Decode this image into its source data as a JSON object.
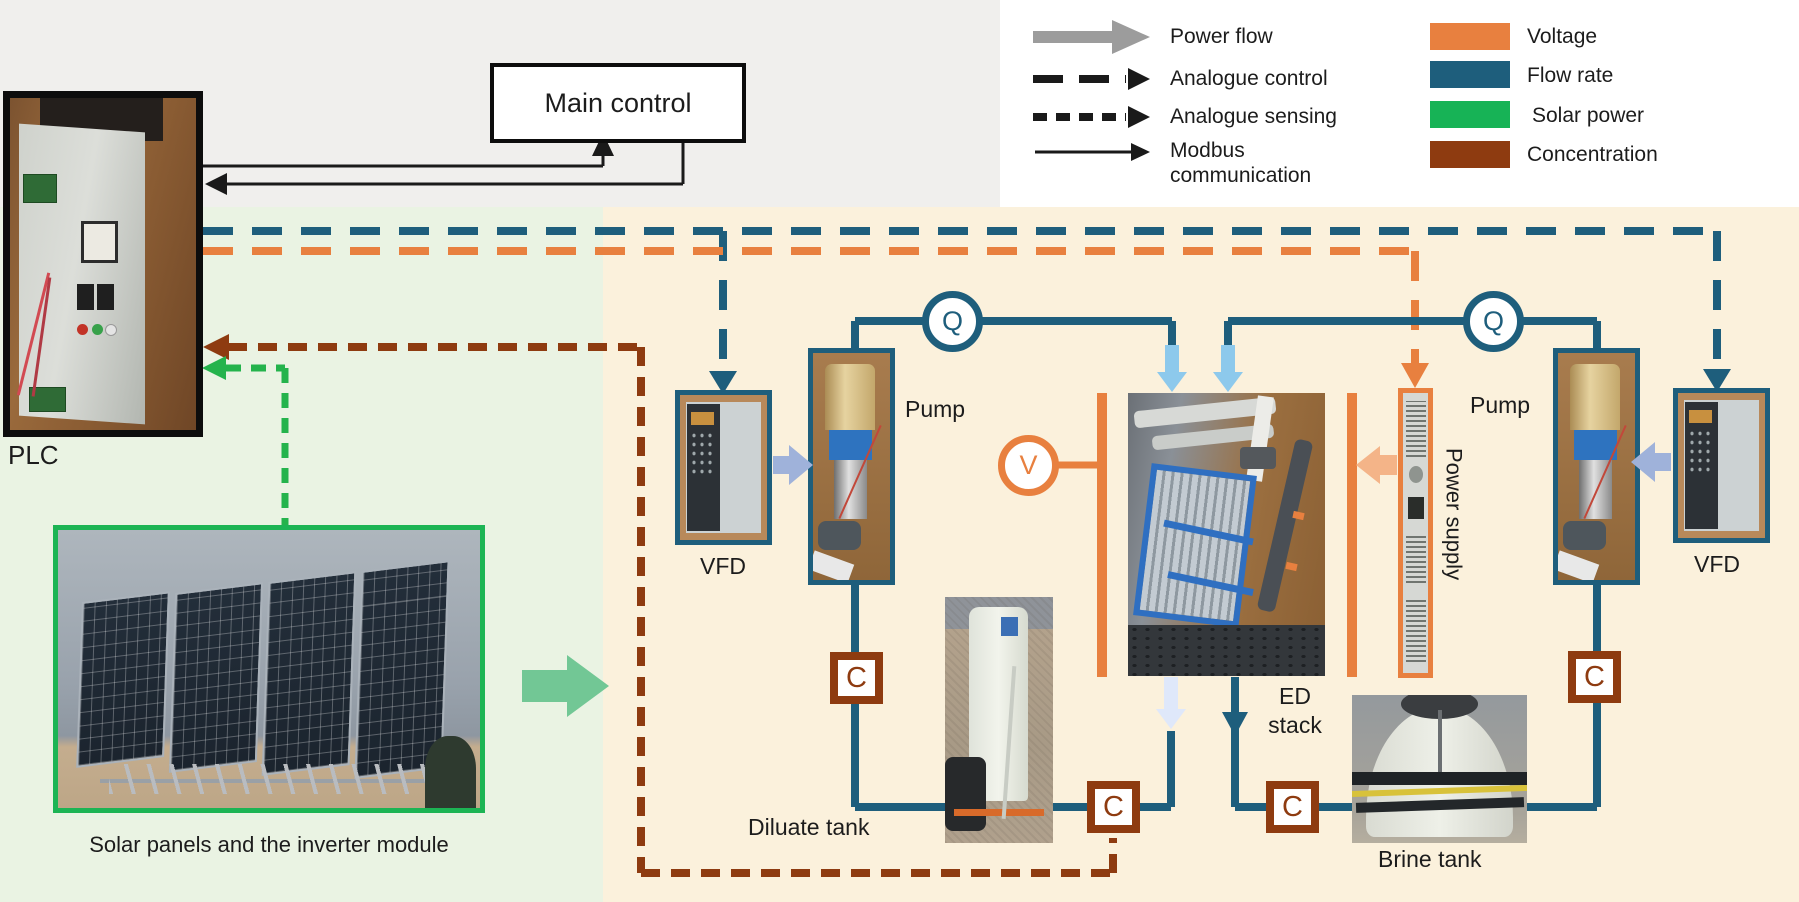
{
  "legend": {
    "arrows": [
      {
        "label": "Power flow"
      },
      {
        "label": "Analogue control"
      },
      {
        "label": "Analogue sensing"
      },
      {
        "label": "Modbus",
        "label2": "communication"
      }
    ],
    "swatches": [
      {
        "label": "Voltage",
        "color": "#e8803f"
      },
      {
        "label": "Flow rate",
        "color": "#1e5e7c"
      },
      {
        "label": "Solar power",
        "color": "#17b356"
      },
      {
        "label": "Concentration",
        "color": "#8e3b10"
      }
    ]
  },
  "labels": {
    "main_control": "Main control",
    "plc": "PLC",
    "solar_caption": "Solar panels and the inverter module",
    "vfd": "VFD",
    "pump": "Pump",
    "ed_stack": "ED stack",
    "power_supply": "Power supply",
    "diluate_tank": "Diluate tank",
    "brine_tank": "Brine tank"
  },
  "sensors": {
    "flow": "Q",
    "voltage": "V",
    "concentration": "C"
  },
  "colors": {
    "flow_rate": "#1e5e7c",
    "voltage": "#e8803f",
    "solar_power": "#24b34c",
    "concentration": "#8e3b10",
    "power_flow": "#9c9c9c"
  }
}
